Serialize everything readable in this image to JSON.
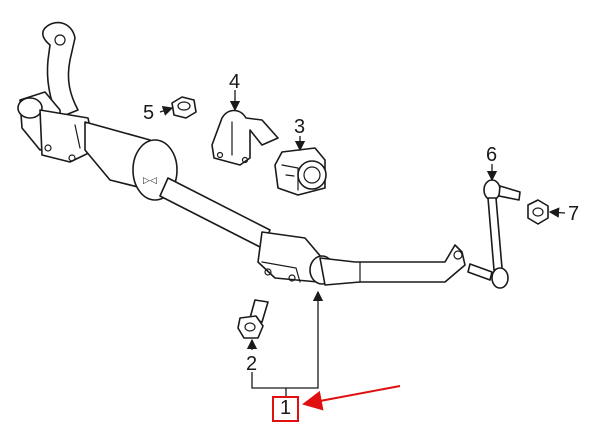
{
  "callouts": [
    {
      "id": "1",
      "label": "1"
    },
    {
      "id": "2",
      "label": "2"
    },
    {
      "id": "3",
      "label": "3"
    },
    {
      "id": "4",
      "label": "4"
    },
    {
      "id": "5",
      "label": "5"
    },
    {
      "id": "6",
      "label": "6"
    },
    {
      "id": "7",
      "label": "7"
    }
  ],
  "highlight": {
    "callout": "1",
    "color": "#e01010"
  }
}
